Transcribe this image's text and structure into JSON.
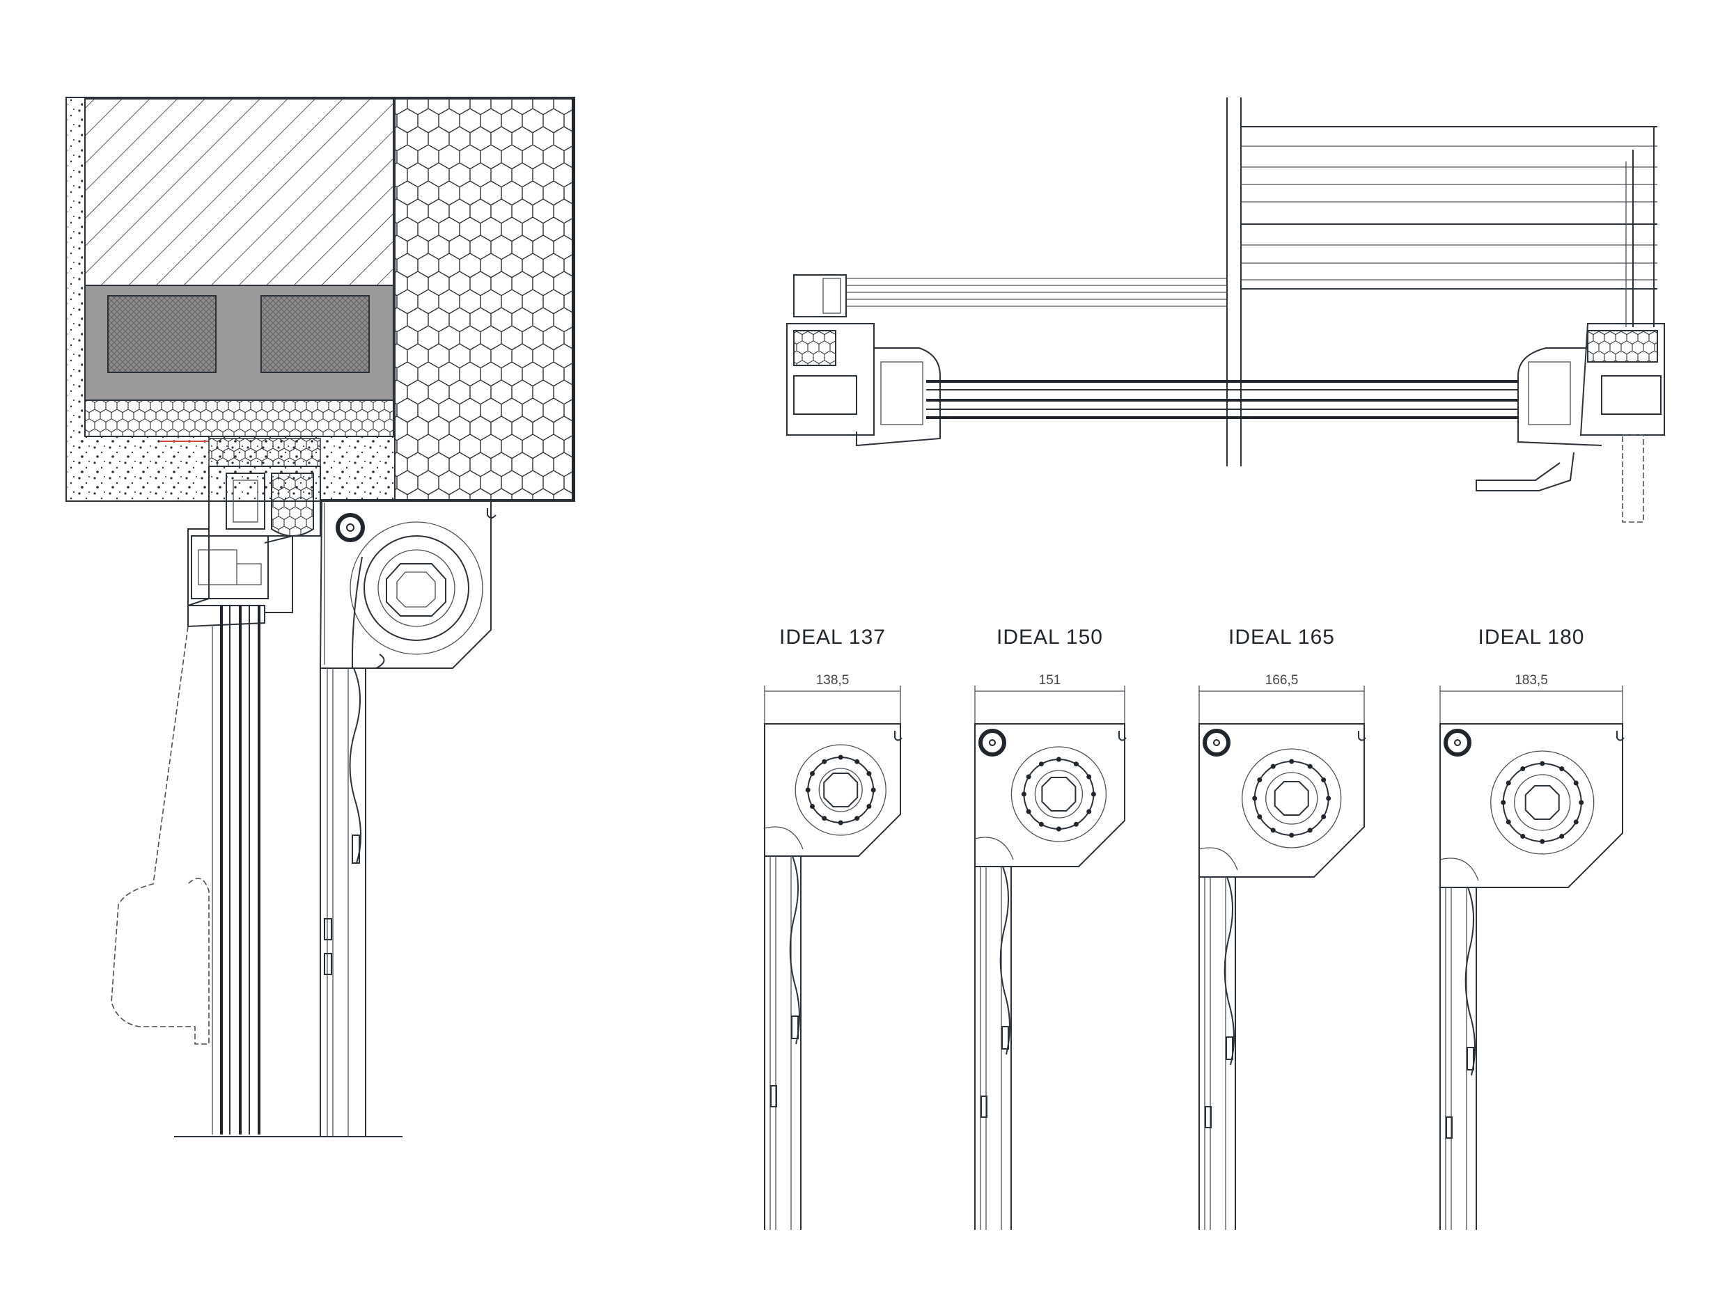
{
  "models": [
    {
      "name": "IDEAL 137",
      "width": "138,5",
      "axle_ring": false
    },
    {
      "name": "IDEAL 150",
      "width": "151",
      "axle_ring": true
    },
    {
      "name": "IDEAL 165",
      "width": "166,5",
      "axle_ring": true
    },
    {
      "name": "IDEAL 180",
      "width": "183,5",
      "axle_ring": true
    }
  ],
  "colors": {
    "line": "#2b3138",
    "hatch_fill": "#9a9a9a",
    "accent": "#d0443a"
  }
}
